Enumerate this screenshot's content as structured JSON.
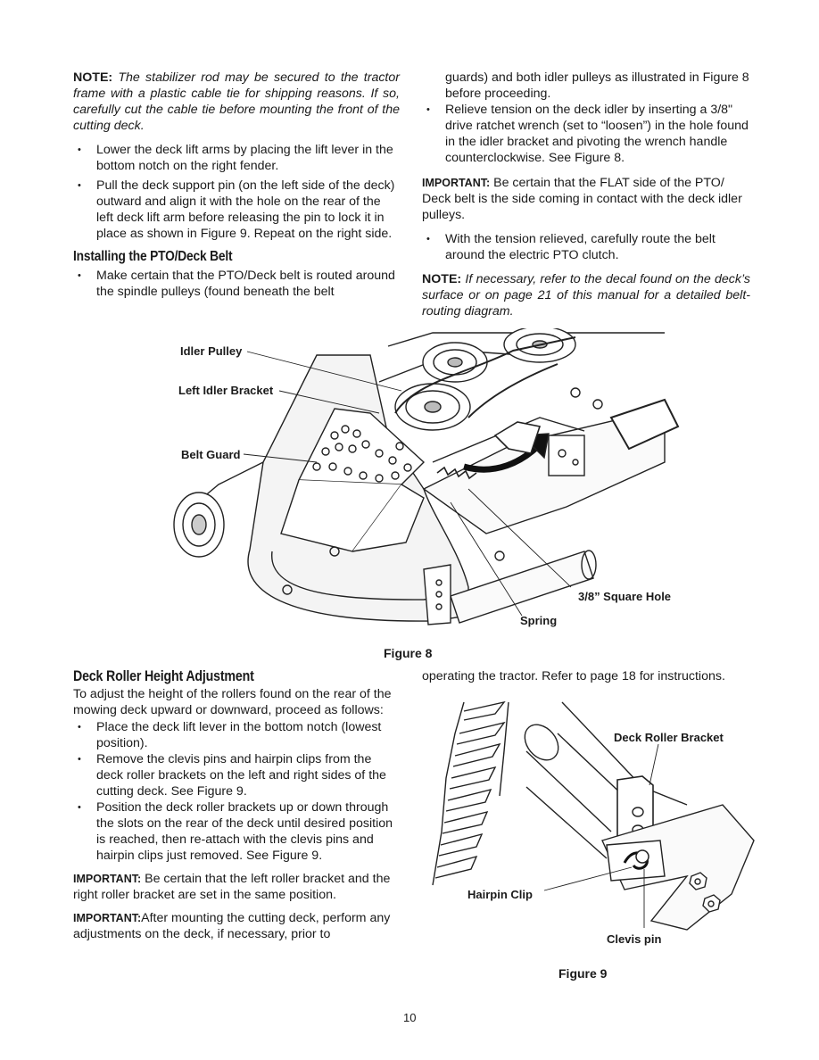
{
  "top_left": {
    "note_label": "NOTE:",
    "note_text": "The stabilizer rod may be secured to the tractor frame with a plastic cable tie for shipping reasons. If so, carefully cut the cable tie before mounting the front of the cutting deck.",
    "bullets": [
      "Lower the deck lift arms by placing the lift lever in the bottom notch on the right fender.",
      "Pull the deck support pin (on the left side of the deck) outward and align it with the hole on the rear of the left deck lift arm before releasing the pin to lock it in place as shown in Figure 9. Repeat on the right side."
    ],
    "heading": "Installing the PTO/Deck Belt",
    "bullets2": [
      "Make certain that the PTO/Deck belt is routed around the spindle pulleys (found beneath the belt"
    ]
  },
  "top_right": {
    "continuation": "guards) and both idler pulleys as illustrated in Figure 8 before proceeding.",
    "bullets": [
      "Relieve tension on the deck idler by inserting a 3/8\" drive ratchet wrench (set to “loosen”) in the hole found in the idler bracket and pivoting the wrench handle counterclockwise. See Figure 8."
    ],
    "important_label": "IMPORTANT:",
    "important_text": "Be certain that the FLAT side of the PTO/ Deck belt is the side coming in contact with the deck idler pulleys.",
    "bullets2": [
      "With the tension relieved, carefully route the belt around the electric PTO clutch."
    ],
    "note_label": "NOTE:",
    "note_text": "If necessary, refer to the decal found on the deck’s surface or on page 21 of this manual for a detailed belt-routing diagram."
  },
  "figure8": {
    "labels": {
      "idler_pulley": "Idler Pulley",
      "left_idler_bracket": "Left Idler Bracket",
      "belt_guard": "Belt Guard",
      "square_hole": "3/8” Square Hole",
      "spring": "Spring"
    },
    "caption": "Figure 8"
  },
  "bottom_left": {
    "heading": "Deck Roller Height Adjustment",
    "intro": "To adjust the height of the rollers found on the rear of the mowing deck upward or downward, proceed as follows:",
    "bullets": [
      "Place the deck lift lever in the bottom notch (lowest position).",
      "Remove the clevis pins and hairpin clips from the deck roller brackets on the left and right sides of the cutting deck. See Figure 9.",
      "Position the deck roller brackets up or down through the slots on the rear of the deck until desired position is reached, then re-attach with the clevis pins and hairpin clips just removed. See Figure 9."
    ],
    "important1_label": "IMPORTANT:",
    "important1_text": "Be certain that the left roller bracket and the right roller bracket are set in the same position.",
    "important2_label": "IMPORTANT:",
    "important2_text": "After mounting the cutting deck, perform any adjustments on the deck, if necessary, prior to"
  },
  "bottom_right": {
    "continuation": "operating the tractor. Refer to page 18 for instructions."
  },
  "figure9": {
    "labels": {
      "deck_roller_bracket": "Deck Roller Bracket",
      "hairpin_clip": "Hairpin Clip",
      "clevis_pin": "Clevis pin"
    },
    "caption": "Figure 9"
  },
  "page_number": "10"
}
